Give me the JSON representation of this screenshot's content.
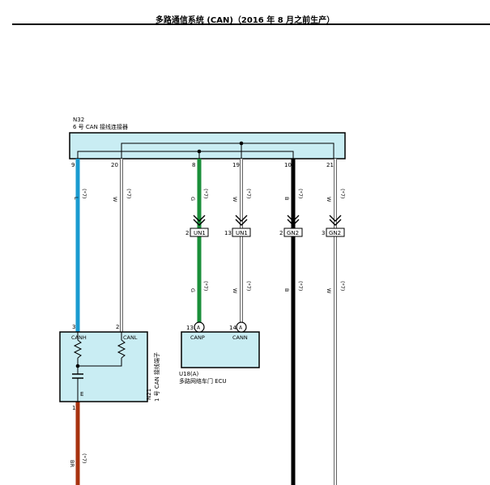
{
  "header": {
    "title": "多路通信系统 (CAN)（2016 年 8 月之前生产）"
  },
  "colors": {
    "blue": "#1a9bd0",
    "green": "#1a8f3a",
    "black": "#000000",
    "brown": "#a8320f",
    "box_fill": "#c9edf3",
    "white_wire_outline": "#555555"
  },
  "n32": {
    "ref": "N32",
    "name": "6 号 CAN 接线连接器",
    "pins": [
      "9",
      "20",
      "8",
      "19",
      "10",
      "21"
    ]
  },
  "wires": {
    "w9": {
      "color_code": "L",
      "note": "(*7)"
    },
    "w20": {
      "color_code": "W",
      "note": "(*7)"
    },
    "w8": {
      "color_code": "G",
      "note": "(*7)"
    },
    "w19": {
      "color_code": "W",
      "note": "(*7)"
    },
    "w10": {
      "color_code": "B",
      "note": "(*7)"
    },
    "w21": {
      "color_code": "W",
      "note": "(*7)"
    },
    "w8_low": {
      "color_code": "G",
      "note": "(*7)"
    },
    "w19_low": {
      "color_code": "W",
      "note": "(*7)"
    },
    "w10_low": {
      "color_code": "B",
      "note": "(*7)"
    },
    "w21_low": {
      "color_code": "W",
      "note": "(*7)"
    },
    "w_e": {
      "color_code": "BR",
      "note": "(*7)"
    }
  },
  "connectors": {
    "un1_a": {
      "pin": "2",
      "label": "UN1"
    },
    "un1_b": {
      "pin": "13",
      "label": "UN1"
    },
    "gn2_a": {
      "pin": "2",
      "label": "GN2"
    },
    "gn2_b": {
      "pin": "3",
      "label": "GN2"
    }
  },
  "n21": {
    "ref": "N21",
    "name": "1 号 CAN 接线端子",
    "pin_canh": "3",
    "pin_canl": "2",
    "label_canh": "CANH",
    "label_canl": "CANL",
    "label_e": "E",
    "pin_e": "1"
  },
  "u18": {
    "ref": "U18(A)",
    "name": "多路网络车门 ECU",
    "pin_canp": "13",
    "pin_cann": "14",
    "circle": "A",
    "label_canp": "CANP",
    "label_cann": "CANN"
  }
}
